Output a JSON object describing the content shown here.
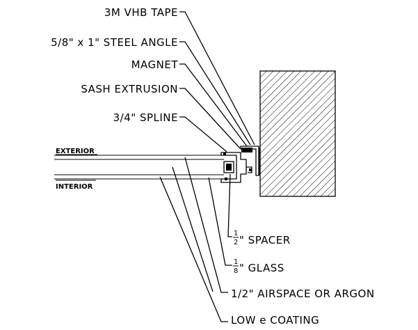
{
  "labels": {
    "tape": "3M VHB TAPE",
    "angle": "5/8\" x 1\" STEEL ANGLE",
    "magnet": "MAGNET",
    "sash": "SASH EXTRUSION",
    "spline": "3/4\" SPLINE",
    "exterior": "EXTERIOR",
    "interior": "INTERIOR",
    "spacer_num": "1",
    "spacer_den": "2",
    "spacer_rest": "\" SPACER",
    "glass_num": "1",
    "glass_den": "8",
    "glass_rest": "\" GLASS",
    "airspace": "1/2\" AIRSPACE OR ARGON",
    "coating": "LOW e COATING"
  },
  "colors": {
    "ink": "#000000",
    "background": "#ffffff"
  }
}
